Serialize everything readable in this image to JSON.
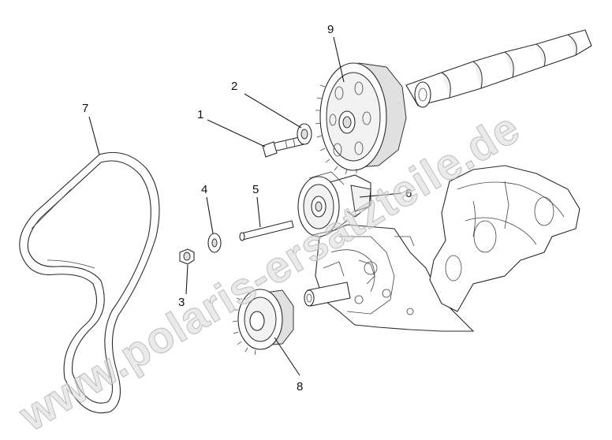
{
  "callouts": [
    {
      "id": "callout-1",
      "label": "1"
    },
    {
      "id": "callout-2",
      "label": "2"
    },
    {
      "id": "callout-3",
      "label": "3"
    },
    {
      "id": "callout-4",
      "label": "4"
    },
    {
      "id": "callout-5",
      "label": "5"
    },
    {
      "id": "callout-6",
      "label": "6"
    },
    {
      "id": "callout-7",
      "label": "7"
    },
    {
      "id": "callout-8",
      "label": "8"
    },
    {
      "id": "callout-9",
      "label": "9"
    }
  ],
  "watermark": {
    "text": "www.polaris-ersatzteile.de"
  },
  "colors": {
    "line": "#1a1a1a",
    "background": "#ffffff",
    "watermark": "#d9d9d9"
  }
}
